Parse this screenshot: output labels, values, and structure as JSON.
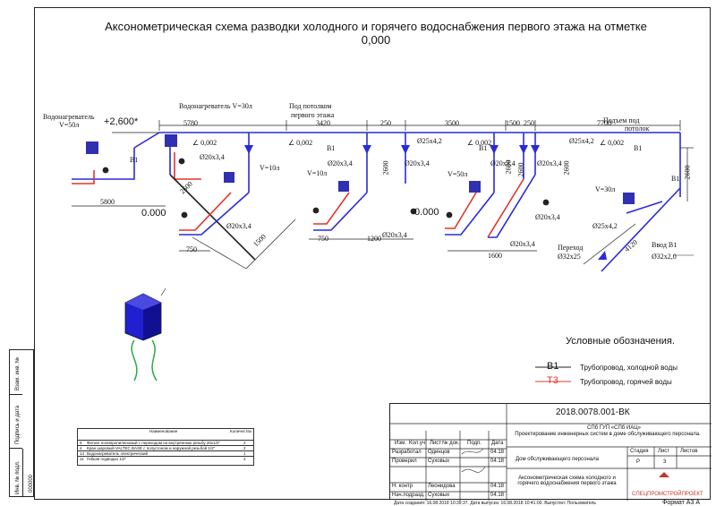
{
  "title": "Аксонометрическая схема разводки холодного и горячего водоснабжения первого этажа на отметке 0,000",
  "pipe_colors": {
    "cold": "#2a2ad8",
    "hot": "#e0352b",
    "line": "#222222"
  },
  "labels": {
    "heater50_a": "Водонагреватель",
    "heater50_b": "V=50л",
    "elev_2600": "+2,600*",
    "heater30": "Водонагреватель V=30л",
    "under_ceiling_a": "Под потолком",
    "under_ceiling_b": "первого этажа",
    "ceiling_riser_a": "Подъем под",
    "ceiling_riser_b": "потолок",
    "dim_5780": "5780",
    "dim_3420": "3420",
    "dim_250a": "250",
    "dim_3500": "3500",
    "dim_1500a": "1500",
    "dim_250b": "250",
    "dim_7700": "7700",
    "slope_1": "∠ 0,002",
    "slope_2": "∠ 0,002",
    "slope_3": "∠ 0,002",
    "slope_4": "∠ 0,002",
    "b1_a": "B1",
    "b1_b": "B1",
    "b1_c": "B1",
    "b1_d": "B1",
    "b1_e": "B1",
    "d25_a": "Ø25х4,2",
    "d25_b": "Ø25х4,2",
    "d25_c": "Ø25х4,2",
    "d20_1": "Ø20х3,4",
    "d20_2": "Ø20х3,4",
    "d20_3": "Ø20х3,4",
    "d20_4": "Ø20х3,4",
    "d20_5": "Ø20х3,4",
    "d20_6": "Ø20х3,4",
    "d20_7": "Ø20х3,4",
    "d20_8": "Ø20х3,4",
    "d20_9": "Ø20х3,4",
    "v10_a": "V=10л",
    "v10_b": "V=10л",
    "v50_c": "V=50л",
    "v30_d": "V=30л",
    "dim_2600_a": "2600",
    "dim_2600_b": "2600",
    "dim_2600_c": "2600",
    "dim_2600_d": "2600",
    "dim_2600_e": "2600",
    "dim_2600_f": "2600",
    "dim_5800": "5800",
    "elev_0_a": "0.000",
    "elev_0_b": "0.000",
    "dim_750_a": "750",
    "dim_1500b": "1500",
    "dim_750_b": "750",
    "dim_1200": "1200",
    "dim_1600": "1600",
    "dim_4120": "4120",
    "transition_a": "Переход",
    "transition_b": "Ø32х25",
    "inlet_a": "Ввод В1",
    "inlet_b": "Ø32х2,0"
  },
  "legend": {
    "title": "Условные обозначения.",
    "items": [
      {
        "code": "B1",
        "text": "Трубопровод, холодной воды"
      },
      {
        "code": "T3",
        "text": "Трубопровод, горячей воды"
      }
    ]
  },
  "side_strip": [
    "Взам. инв. №",
    "Подпись и дата",
    "Инв. № подл.",
    "000000"
  ],
  "spec_table": {
    "header": "Наименование",
    "qty_header": "Количество",
    "rows": [
      {
        "n": "5",
        "name": "Фитинг полипропиленовый с переходом на внутреннюю резьбу 20х1/2\"",
        "q": "2"
      },
      {
        "n": "4",
        "name": "Кран шаровый VALTEC BASE с полусгоном и наружной резьбой   1/2\"",
        "q": "2"
      },
      {
        "n": "14",
        "name": "Водонагреватель электрический",
        "q": "1"
      },
      {
        "n": "11",
        "name": "Гибкая подводка                       1/2\"",
        "q": "2"
      }
    ]
  },
  "stamp": {
    "code": "2018.0078.001-ВК",
    "org": "СПб ГУП «СПб ИАЦ»",
    "project": "Проектирование инженерных систем в доме обслуживающего персонала.",
    "building": "Дом обслуживающего персонала",
    "sheet_title": "Аксонометрическая схема холодного и горячего водоснабжения первого этажа",
    "col_headers": [
      "Изм.",
      "Кол.уч",
      "Лист",
      "№ док.",
      "Подп.",
      "Дата"
    ],
    "roles": [
      {
        "role": "Разработал",
        "name": "Одинцов",
        "date": "04.18"
      },
      {
        "role": "Проверил",
        "name": "Суховых",
        "date": "04.18"
      },
      {
        "role": "Н. контр",
        "name": "Леонидова",
        "date": "04.18"
      },
      {
        "role": "Нач.подразд.",
        "name": "Суховых",
        "date": "04.18"
      }
    ],
    "stage_label": "Стадия",
    "sheet_label": "Лист",
    "sheets_label": "Листов",
    "stage": "Р",
    "sheet": "3",
    "company": "СПЕЦПРОМСТРОЙПРОЕКТ",
    "footer_dates": "Дата создания: 16.08.2018 10:39:37. Дата выпуска: 16.08.2018 10:41:00. Выпустил: Пользователь",
    "format": "Формат А3 А"
  }
}
